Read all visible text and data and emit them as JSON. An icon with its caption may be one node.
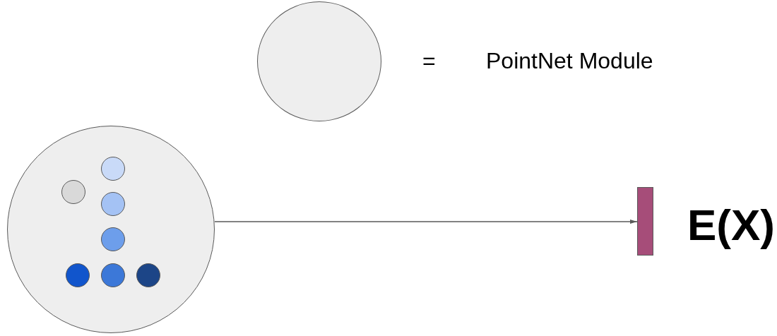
{
  "diagram": {
    "nodes": [
      {
        "text": [],
        "shape": "circle"
      },
      {
        "text": [],
        "shape": "circle"
      },
      {
        "text": [],
        "shape": "circle",
        "in": 1
      },
      {
        "text": [],
        "shape": "circle",
        "in": 1
      },
      {
        "text": [],
        "shape": "circle",
        "in": 1
      },
      {
        "text": [],
        "shape": "circle",
        "in": 1
      },
      {
        "text": [],
        "shape": "circle",
        "in": 1
      },
      {
        "text": [],
        "shape": "circle",
        "in": 1
      },
      {
        "text": [],
        "shape": "circle",
        "in": 1
      },
      {
        "text": [],
        "shape": "bar",
        "beside": [
          "E(X)"
        ]
      }
    ],
    "edges": [
      {
        "from": 1,
        "to": 9,
        "arrow": "to"
      }
    ],
    "labels": [
      "=",
      "PointNet Module"
    ]
  }
}
